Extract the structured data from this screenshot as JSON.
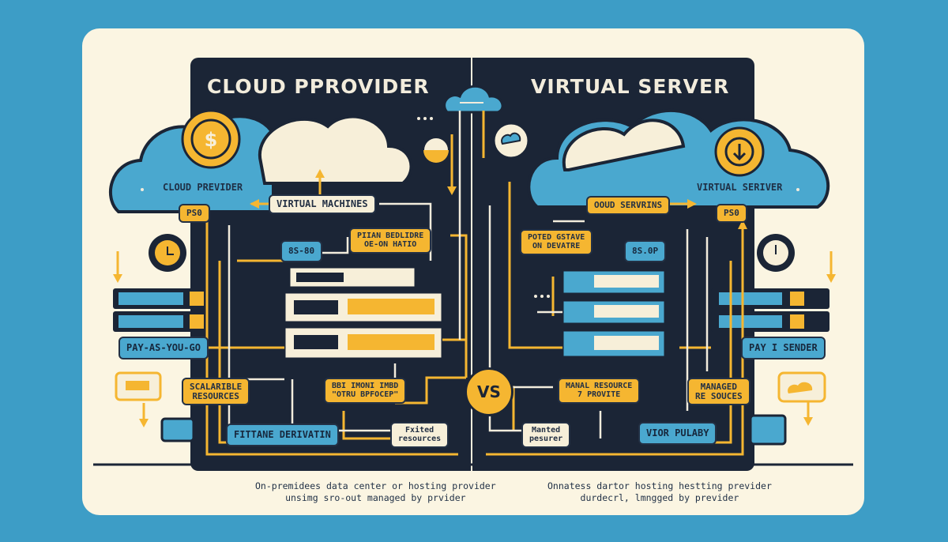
{
  "titles": {
    "left": "CLOUD PPROVIDER",
    "right": "VIRTUAL SERVER"
  },
  "center": {
    "vs": "VS"
  },
  "left_side": {
    "cloud_label": "CLOUD PREVIDER",
    "pso": "PS0",
    "virtual_machines": "VIRTUAL MACHINES",
    "pricing": "PIIAN BEDLIDRE\nOE-ON HATIO",
    "code": "8S-80",
    "pay": "PAY-AS-YOU-GO",
    "scalable": "SCALARIBLE\nRESOURCES",
    "center_note": "BBI IMONI IMBD\n\"OTRU BPFOCEP\"",
    "fittane": "FITTANE DERIVATIN",
    "fixed": "Fxited\nresources"
  },
  "right_side": {
    "cloud_label": "VIRTUAL SERIVER",
    "pso": "PS0",
    "oodserv": "OOUD SERVRINS",
    "poted": "POTED GSTAVE\nON DEVATRE",
    "code": "8S.0P",
    "pay": "PAY I SENDER",
    "manual": "MANAL RESOURCE\n7 PROVITE",
    "managed": "MANAGED\nRE SOUCES",
    "vior": "VIOR PULABY",
    "manted": "Manted\npesurer"
  },
  "footer": {
    "left": "On-premidees data center or hosting provider\nunsimg sro-out managed by prvider",
    "right": "Onnatess dartor hosting hestting previder\ndurdecrl, lmngged by previder"
  },
  "icons": [
    "dollar-sun-icon",
    "download-sun-icon",
    "cloud-icon",
    "gear-cloud-icon",
    "server-icon",
    "clock-icon",
    "document-icon"
  ],
  "colors": {
    "background": "#3d9dc6",
    "card": "#fbf5e2",
    "board": "#1b2536",
    "accent_yellow": "#f5b631",
    "accent_blue": "#4aa8cf"
  }
}
